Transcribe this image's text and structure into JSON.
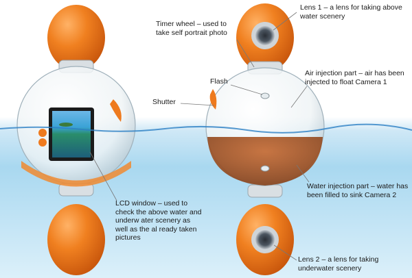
{
  "labels": {
    "lens1": "Lens 1 – a lens for taking above water scenery",
    "timer": "Timer wheel – used to take self portrait photo",
    "flash": "Flash",
    "air": "Air injection part – air has been injected to float Camera 1",
    "shutter": "Shutter",
    "water_injection": "Water injection part – water has been filled to sink Camera 2",
    "lcd": "LCD window – used to check the above water and underw ater scenery as well as the al ready taken pictures",
    "lens2": "Lens 2 – a lens for taking underwater scenery"
  },
  "colors": {
    "body_orange": "#ee7a1e",
    "water_blue": "#9fd3ef",
    "water_line": "#2c7fc4",
    "filled_water": "#a65a2c"
  }
}
